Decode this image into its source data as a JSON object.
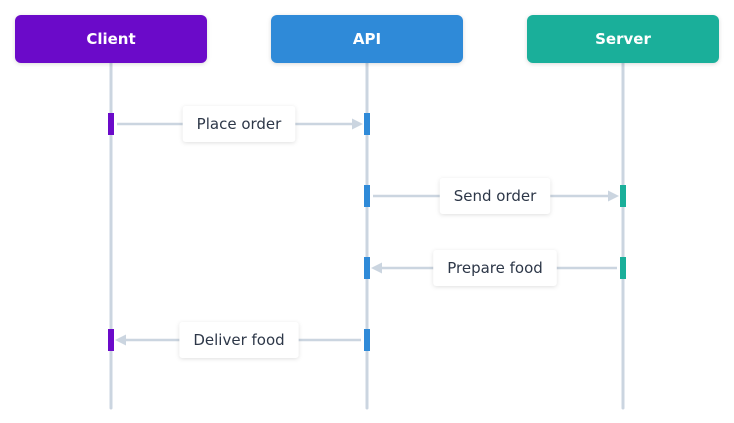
{
  "participants": [
    {
      "id": "client",
      "label": "Client",
      "color": "#6b0ac9"
    },
    {
      "id": "api",
      "label": "API",
      "color": "#2f8ad8"
    },
    {
      "id": "server",
      "label": "Server",
      "color": "#1aaf9a"
    }
  ],
  "messages": [
    {
      "from": "client",
      "to": "api",
      "label": "Place order"
    },
    {
      "from": "api",
      "to": "server",
      "label": "Send order"
    },
    {
      "from": "server",
      "to": "api",
      "label": "Prepare food"
    },
    {
      "from": "api",
      "to": "client",
      "label": "Deliver food"
    }
  ],
  "colors": {
    "lifeline": "#cbd5e0",
    "label_text": "#2d3748",
    "background": "#ffffff"
  }
}
